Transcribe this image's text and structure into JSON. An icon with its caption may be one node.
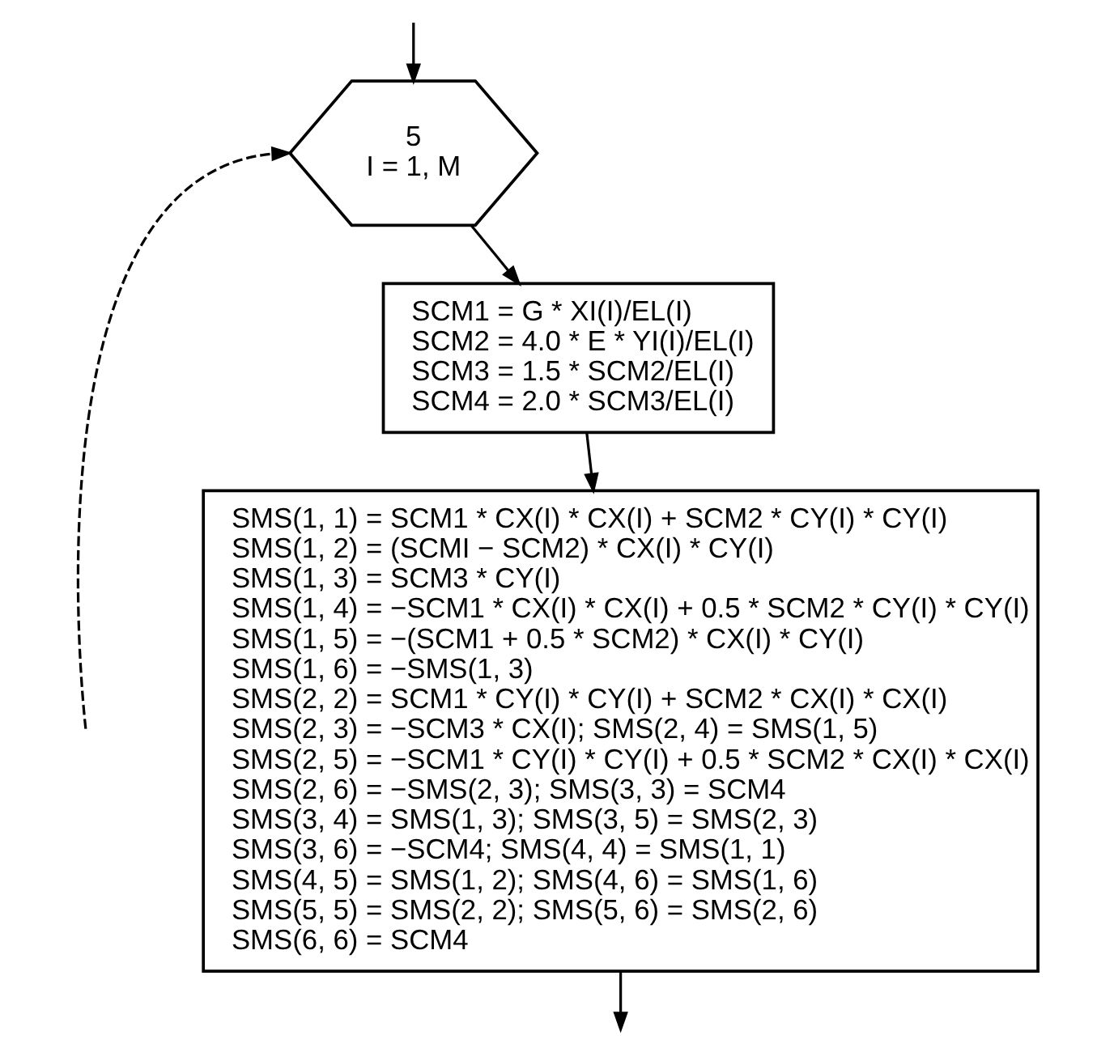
{
  "diagram": {
    "nodes": [
      {
        "text": [
          "5",
          "I = 1, M"
        ]
      },
      {
        "text": [
          "SCM1 = G * XI(I)/EL(I)",
          "SCM2 = 4.0 * E * YI(I)/EL(I)",
          "SCM3 = 1.5 * SCM2/EL(I)",
          "SCM4 = 2.0 * SCM3/EL(I)"
        ]
      },
      {
        "text": [
          "SMS(1, 1) = SCM1 * CX(I) * CX(I) + SCM2 * CY(I) * CY(I)",
          "SMS(1, 2) = (SCMI − SCM2) * CX(I) * CY(I)",
          "SMS(1, 3) = SCM3 * CY(I)",
          "SMS(1, 4) = −SCM1 * CX(I) * CX(I) + 0.5 * SCM2 * CY(I) * CY(I)",
          "SMS(1, 5) = −(SCM1 + 0.5 * SCM2) * CX(I) * CY(I)",
          "SMS(1, 6) = −SMS(1, 3)",
          "SMS(2, 2) = SCM1 * CY(I) * CY(I) + SCM2 * CX(I) * CX(I)",
          "SMS(2, 3) = −SCM3 * CX(I); SMS(2, 4) = SMS(1, 5)",
          "SMS(2, 5) = −SCM1 * CY(I) * CY(I) + 0.5 * SCM2 * CX(I) * CX(I)",
          "SMS(2, 6) = −SMS(2, 3); SMS(3, 3) = SCM4",
          "SMS(3, 4) = SMS(1, 3); SMS(3, 5) = SMS(2, 3)",
          "SMS(3, 6) = −SCM4; SMS(4, 4) = SMS(1, 1)",
          "SMS(4, 5) = SMS(1, 2); SMS(4, 6) = SMS(1, 6)",
          "SMS(5, 5) = SMS(2, 2); SMS(5, 6) = SMS(2, 6)",
          "SMS(6, 6) = SCM4"
        ]
      }
    ],
    "edges": [
      {
        "from": null,
        "to": 0,
        "arrow": "to",
        "style": "dashed"
      },
      {
        "from": null,
        "to": 0,
        "arrow": "to"
      },
      {
        "from": 0,
        "to": 1,
        "arrow": "to"
      },
      {
        "from": 1,
        "to": 2,
        "arrow": "to"
      },
      {
        "from": 2,
        "to": null,
        "arrow": "to"
      }
    ]
  }
}
